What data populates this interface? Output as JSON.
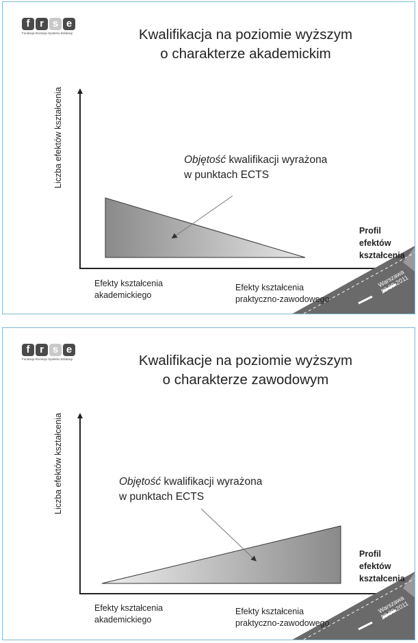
{
  "logo": {
    "letters": [
      "f",
      "r",
      "s",
      "e"
    ],
    "org_name": "Fundacja Rozwoju Systemu Edukacji"
  },
  "slides": [
    {
      "title_line1": "Kwalifikacja na poziomie wyższym",
      "title_line2": "o charakterze akademickim",
      "y_axis_label": "Liczba efektów kształcenia",
      "callout_italic": "Objętość",
      "callout_rest1": " kwalifikacji wyrażona",
      "callout_line2": "w punktach ECTS",
      "profile_label": [
        "Profil",
        "efektów",
        "kształcenia"
      ],
      "x_left_label": [
        "Efekty kształcenia",
        "akademickiego"
      ],
      "x_right_label": [
        "Efekty kształcenia",
        "praktyczno-zawodowego"
      ],
      "stamp": [
        "Warszawa",
        "23.09.2011"
      ]
    },
    {
      "title_line1": "Kwalifikacje na poziomie wyższym",
      "title_line2": "o charakterze zawodowym",
      "y_axis_label": "Liczba efektów kształcenia",
      "callout_italic": "Objętość",
      "callout_rest1": " kwalifikacji wyrażona",
      "callout_line2": "w punktach ECTS",
      "profile_label": [
        "Profil",
        "efektów",
        "kształcenia"
      ],
      "x_left_label": [
        "Efekty kształcenia",
        "akademickiego"
      ],
      "x_right_label": [
        "Efekty kształcenia",
        "praktyczno-zawodowego"
      ],
      "stamp": [
        "Warszawa",
        "23.09.2011"
      ]
    }
  ],
  "colors": {
    "border": "#7fb8d6",
    "shape_dark": "#8a8a8a",
    "shape_light": "#e4e4e4",
    "road": "#6a6a6a"
  }
}
